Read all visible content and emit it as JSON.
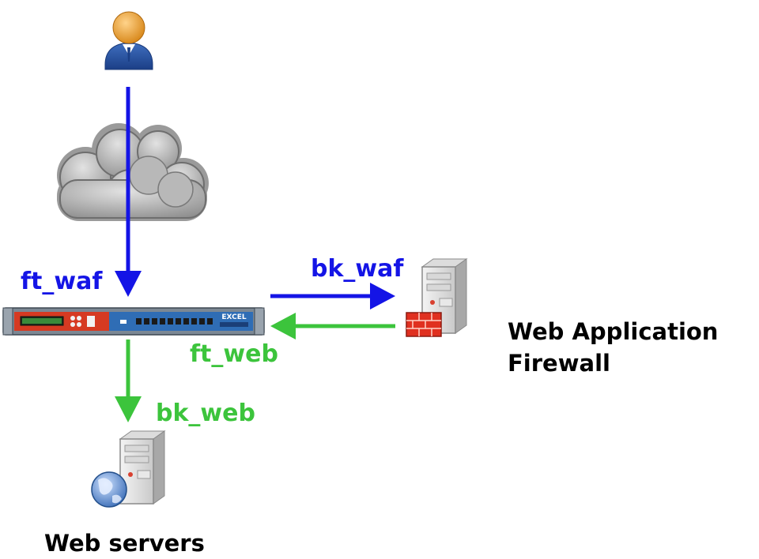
{
  "flows": {
    "frontend_waf": "ft_waf",
    "backend_waf": "bk_waf",
    "frontend_web": "ft_web",
    "backend_web": "bk_web"
  },
  "nodes": {
    "waf_label_line1": "Web Application",
    "waf_label_line2": "Firewall",
    "web_servers_label": "Web servers",
    "appliance_brand": "EXCEL"
  },
  "colors": {
    "request_flow": "#1414e6",
    "response_flow": "#3cc43c",
    "label_text": "#000000",
    "appliance_red": "#d63a22",
    "appliance_blue": "#2f6db5",
    "firewall_red": "#e03020"
  },
  "icons": {
    "user": "user-icon",
    "internet": "cloud-icon",
    "load_balancer": "load-balancer-appliance-icon",
    "waf_server": "firewall-server-icon",
    "web_server": "web-server-icon"
  }
}
